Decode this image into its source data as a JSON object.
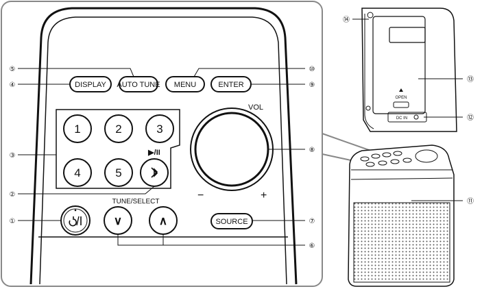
{
  "buttons": {
    "display": "DISPLAY",
    "auto_tune": "AUTO TUNE",
    "menu": "MENU",
    "enter": "ENTER",
    "source": "SOURCE",
    "power": "Ꮕ/I"
  },
  "presets": [
    "1",
    "2",
    "3",
    "4",
    "5"
  ],
  "labels": {
    "vol": "VOL",
    "tune_select": "TUNE/SELECT",
    "play_pause": "▶/II",
    "minus": "−",
    "plus": "+",
    "up": "∧",
    "down": "∨",
    "dc_in": "DC IN",
    "open": "OPEN"
  },
  "callouts": {
    "c1": "①",
    "c2": "②",
    "c3": "③",
    "c4": "④",
    "c5": "⑤",
    "c6": "⑥",
    "c7": "⑦",
    "c8": "⑧",
    "c9": "⑨",
    "c10": "⑩",
    "c11": "⑪",
    "c12": "⑫",
    "c13": "⑬",
    "c14": "⑭"
  },
  "icons": {
    "power": "power-icon",
    "bluetooth": "bluetooth-icon",
    "play_pause": "play-pause-icon"
  },
  "colors": {
    "line": "#111111",
    "frame": "#888888",
    "bg": "#ffffff"
  }
}
